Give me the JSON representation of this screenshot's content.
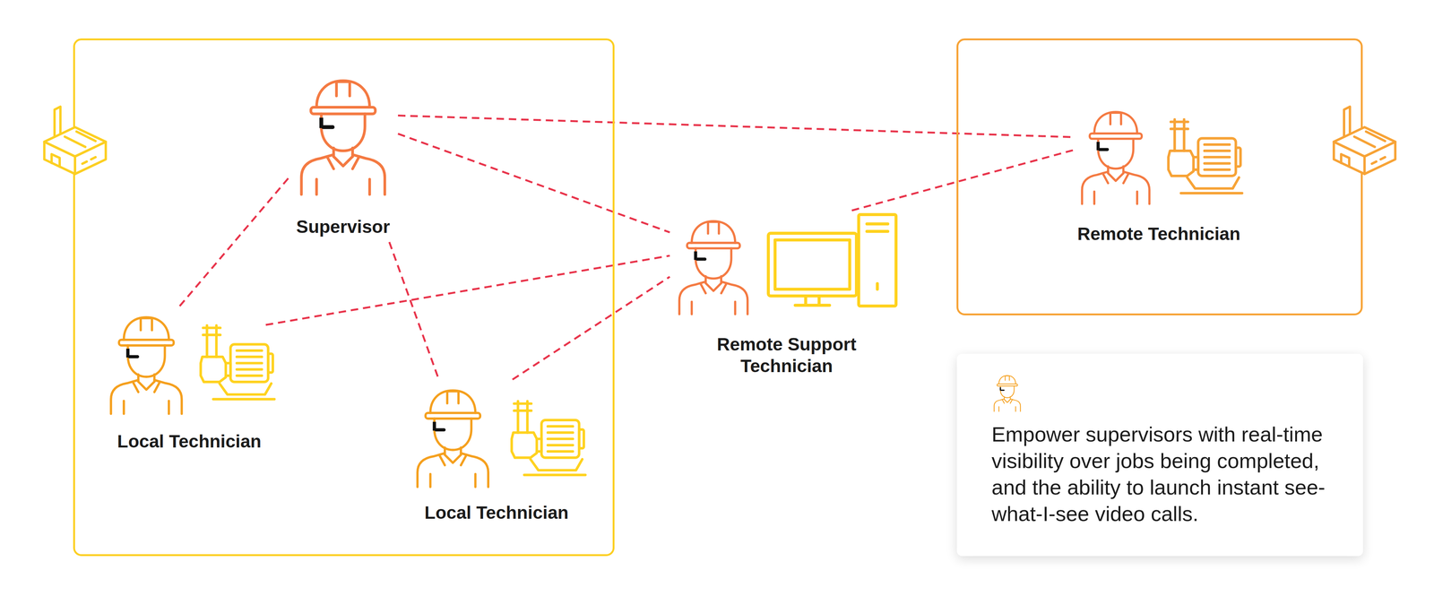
{
  "diagram": {
    "nodes": [
      {
        "text": []
      },
      {
        "text": [
          "Supervisor"
        ],
        "in": 0
      },
      {
        "text": [
          "Local Technician"
        ],
        "in": 0
      },
      {
        "text": [
          "Local Technician"
        ],
        "in": 0
      },
      {
        "text": [
          "Remote Support Technician"
        ]
      },
      {
        "text": []
      },
      {
        "text": [
          "Remote Technician"
        ],
        "in": 5
      },
      {
        "text": [
          "Empower supervisors with real-time visibility over jobs being completed, and the ability to launch instant see-what-I-see video calls."
        ]
      }
    ],
    "edges": [
      {
        "from": 1,
        "to": 6,
        "arrow": "none"
      },
      {
        "from": 1,
        "to": 4,
        "arrow": "none"
      },
      {
        "from": 1,
        "to": 2,
        "arrow": "none"
      },
      {
        "from": 1,
        "to": 3,
        "arrow": "none"
      },
      {
        "from": 2,
        "to": 4,
        "arrow": "none"
      },
      {
        "from": 3,
        "to": 4,
        "arrow": "none"
      },
      {
        "from": 4,
        "to": 6,
        "arrow": "none"
      }
    ]
  }
}
